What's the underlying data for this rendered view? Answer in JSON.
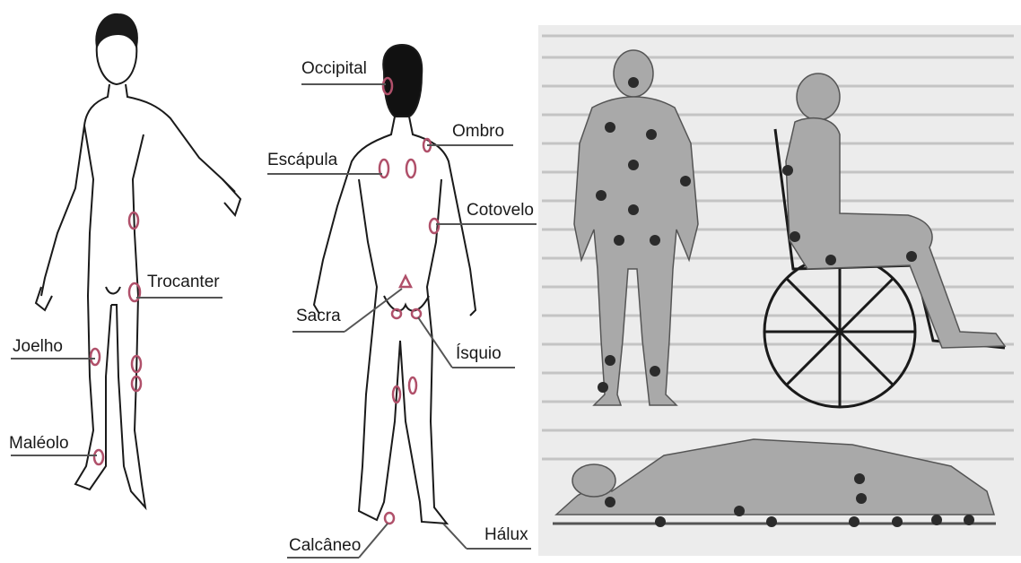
{
  "labels": {
    "joelho": "Joelho",
    "maleolo": "Maléolo",
    "trocanter": "Trocanter",
    "occipital": "Occipital",
    "ombro": "Ombro",
    "escapula": "Escápula",
    "cotovelo": "Cotovelo",
    "sacra": "Sacra",
    "isquio": "Ísquio",
    "calcaneo": "Calcâneo",
    "halux": "Hálux"
  },
  "colors": {
    "line": "#1a1a1a",
    "pressure_mark": "#b0506a",
    "shaded_body": "#a9a9a9",
    "shaded_point": "#2b2b2b",
    "scan_background": "#e6e6e6"
  }
}
